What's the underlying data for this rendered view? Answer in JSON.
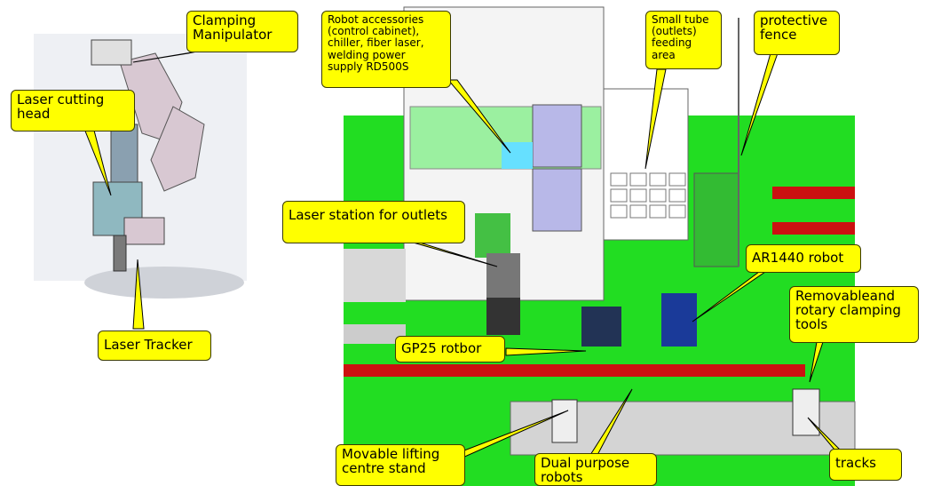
{
  "labels": {
    "clamping_manipulator": [
      "Clamping",
      "Manipulator"
    ],
    "laser_cutting_head": [
      "Laser cutting",
      "head"
    ],
    "laser_tracker": [
      "Laser Tracker"
    ],
    "robot_accessories": [
      "Robot accessories",
      "(control cabinet),",
      "chiller, fiber laser,",
      "welding power",
      "supply RD500S"
    ],
    "small_tube_feeding": [
      "Small tube",
      "(outlets)",
      "feeding",
      "area"
    ],
    "protective_fence": [
      "protective",
      "fence"
    ],
    "laser_station": [
      "Laser station for outlets"
    ],
    "ar1440_robot": [
      "AR1440 robot"
    ],
    "removable_tools": [
      "Removableand",
      "rotary clamping",
      "tools"
    ],
    "gp25_robot": [
      "GP25 rotbor"
    ],
    "movable_stand": [
      "Movable lifting",
      "centre stand"
    ],
    "dual_robots": [
      "Dual purpose",
      "robots"
    ],
    "tracks": [
      "tracks"
    ]
  },
  "colors": {
    "label_bg": "#ffff00",
    "floor_green": "#22dd22",
    "pipe_red": "#cc1111",
    "leader": "#000000"
  }
}
